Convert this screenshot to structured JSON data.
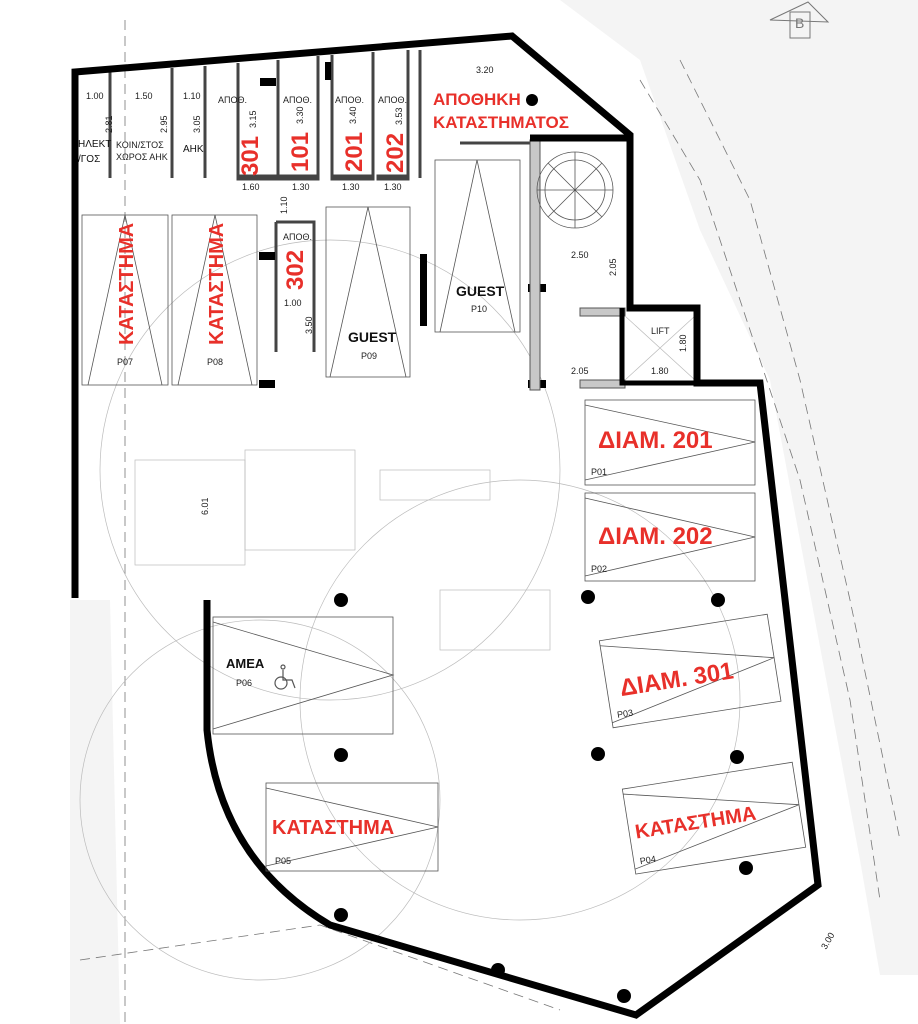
{
  "colors": {
    "wall": "#000000",
    "label_red": "#e8302a",
    "gray_wall": "#c8c8c8"
  },
  "rooms": {
    "electrical": [
      "ΗΛΕΚΤ",
      "/ΓΟΣ"
    ],
    "common_ahk": [
      "ΚΟΙΝ/ΣΤΟΣ",
      "ΧΩΡΟΣ ΑΗΚ"
    ],
    "ahk": "ΑΗΚ",
    "storage_label": "ΑΠΟΘ.",
    "storage_units": [
      "301",
      "101",
      "201",
      "202",
      "302"
    ],
    "shop_storage": [
      "ΑΠΟΘΗΚΗ",
      "ΚΑΤΑΣΤΗΜΑΤΟΣ"
    ],
    "lift": "LIFT"
  },
  "parking": [
    {
      "code": "P01",
      "label": "ΔΙΑΜ. 201"
    },
    {
      "code": "P02",
      "label": "ΔΙΑΜ. 202"
    },
    {
      "code": "P03",
      "label": "ΔΙΑΜ. 301"
    },
    {
      "code": "P04",
      "label": "ΚΑΤΑΣΤΗΜΑ"
    },
    {
      "code": "P05",
      "label": "ΚΑΤΑΣΤΗΜΑ"
    },
    {
      "code": "P06",
      "label": "ΑΜΕΑ"
    },
    {
      "code": "P07",
      "label": "ΚΑΤΑΣΤΗΜΑ"
    },
    {
      "code": "P08",
      "label": "ΚΑΤΑΣΤΗΜΑ"
    },
    {
      "code": "P09",
      "label": "GUEST"
    },
    {
      "code": "P10",
      "label": "GUEST"
    }
  ],
  "dimensions": {
    "top": [
      "1.00",
      "1.50",
      "1.10",
      "3.20"
    ],
    "vertical": [
      "2.81",
      "2.95",
      "3.05",
      "3.15",
      "3.30",
      "3.40",
      "3.53",
      "3.50",
      "2.05",
      "1.80",
      "6.01",
      "3.00"
    ],
    "widths": [
      "1.60",
      "1.30",
      "1.30",
      "1.30",
      "1.10",
      "1.00",
      "2.50",
      "2.05",
      "1.80"
    ]
  },
  "north_marker": "B"
}
